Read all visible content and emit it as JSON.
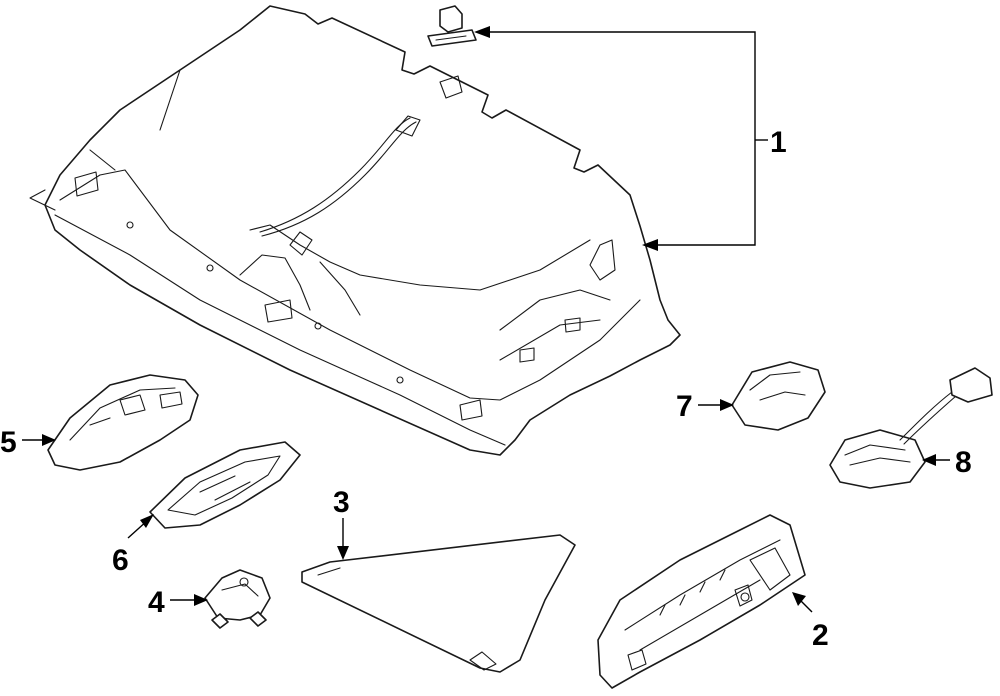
{
  "callouts": [
    {
      "id": "callout-1",
      "label": "1"
    },
    {
      "id": "callout-2",
      "label": "2"
    },
    {
      "id": "callout-3",
      "label": "3"
    },
    {
      "id": "callout-4",
      "label": "4"
    },
    {
      "id": "callout-5",
      "label": "5"
    },
    {
      "id": "callout-6",
      "label": "6"
    },
    {
      "id": "callout-7",
      "label": "7"
    },
    {
      "id": "callout-8",
      "label": "8"
    }
  ],
  "colors": {
    "line": "#1a1a1a",
    "background": "#ffffff"
  }
}
